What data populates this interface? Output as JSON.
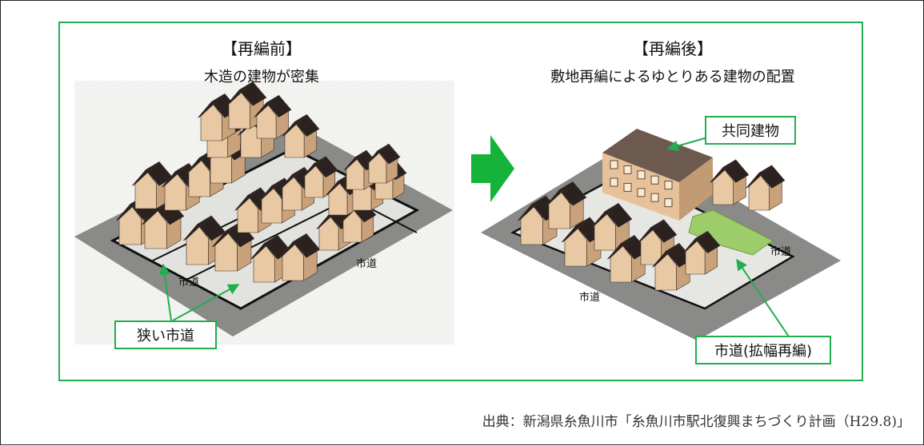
{
  "before": {
    "title": "【再編前】",
    "subtitle": "木造の建物が密集",
    "road_label_left": "市道",
    "road_label_right": "市道",
    "callout": "狭い市道"
  },
  "after": {
    "title": "【再編後】",
    "subtitle": "敷地再編によるゆとりある建物の配置",
    "road_label_right": "市道",
    "road_label_bottom": "市道",
    "callout_building": "共同建物",
    "callout_road": "市道(拡幅再編)"
  },
  "source": "出典：新潟県糸魚川市「糸魚川市駅北復興まちづくり計画（H29.8)」",
  "colors": {
    "frame_green": "#22ad4f",
    "arrow_green": "#16b33b",
    "roof": "#2b2220",
    "wall": "#e9c9a3",
    "wall_shadow": "#c9a27b",
    "ground": "#8a8a88",
    "plaza": "#9dcc6a"
  }
}
